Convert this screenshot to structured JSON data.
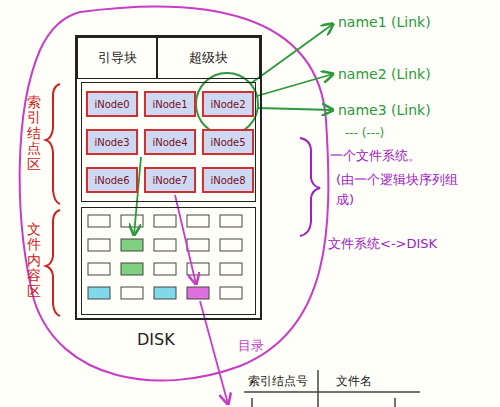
{
  "diagram": {
    "nodes": [
      {
        "text": [
          "DISK"
        ]
      },
      {
        "text": [
          "引导块"
        ],
        "in": 0
      },
      {
        "text": [
          "超级块"
        ],
        "in": 0
      },
      {
        "text": [
          "索引结点区"
        ],
        "in": 0
      },
      {
        "text": [
          "iNode0"
        ],
        "in": 3
      },
      {
        "text": [
          "iNode1"
        ],
        "in": 3
      },
      {
        "text": [
          "iNode2"
        ],
        "in": 3
      },
      {
        "text": [
          "iNode3"
        ],
        "in": 3
      },
      {
        "text": [
          "iNode4"
        ],
        "in": 3
      },
      {
        "text": [
          "iNode5"
        ],
        "in": 3
      },
      {
        "text": [
          "iNode6"
        ],
        "in": 3
      },
      {
        "text": [
          "iNode7"
        ],
        "in": 3
      },
      {
        "text": [
          "iNode8"
        ],
        "in": 3
      },
      {
        "text": [
          "文件内容区"
        ],
        "in": 0
      }
    ],
    "labels": [
      "name1 (Link)",
      "name2 (Link)",
      "name3 (Link)",
      "--- (---)",
      "一个文件系统。",
      "(由一个逻辑块序列组成)",
      "文件系统<->DISK",
      "目录",
      "索引结点号",
      "文件名"
    ]
  }
}
